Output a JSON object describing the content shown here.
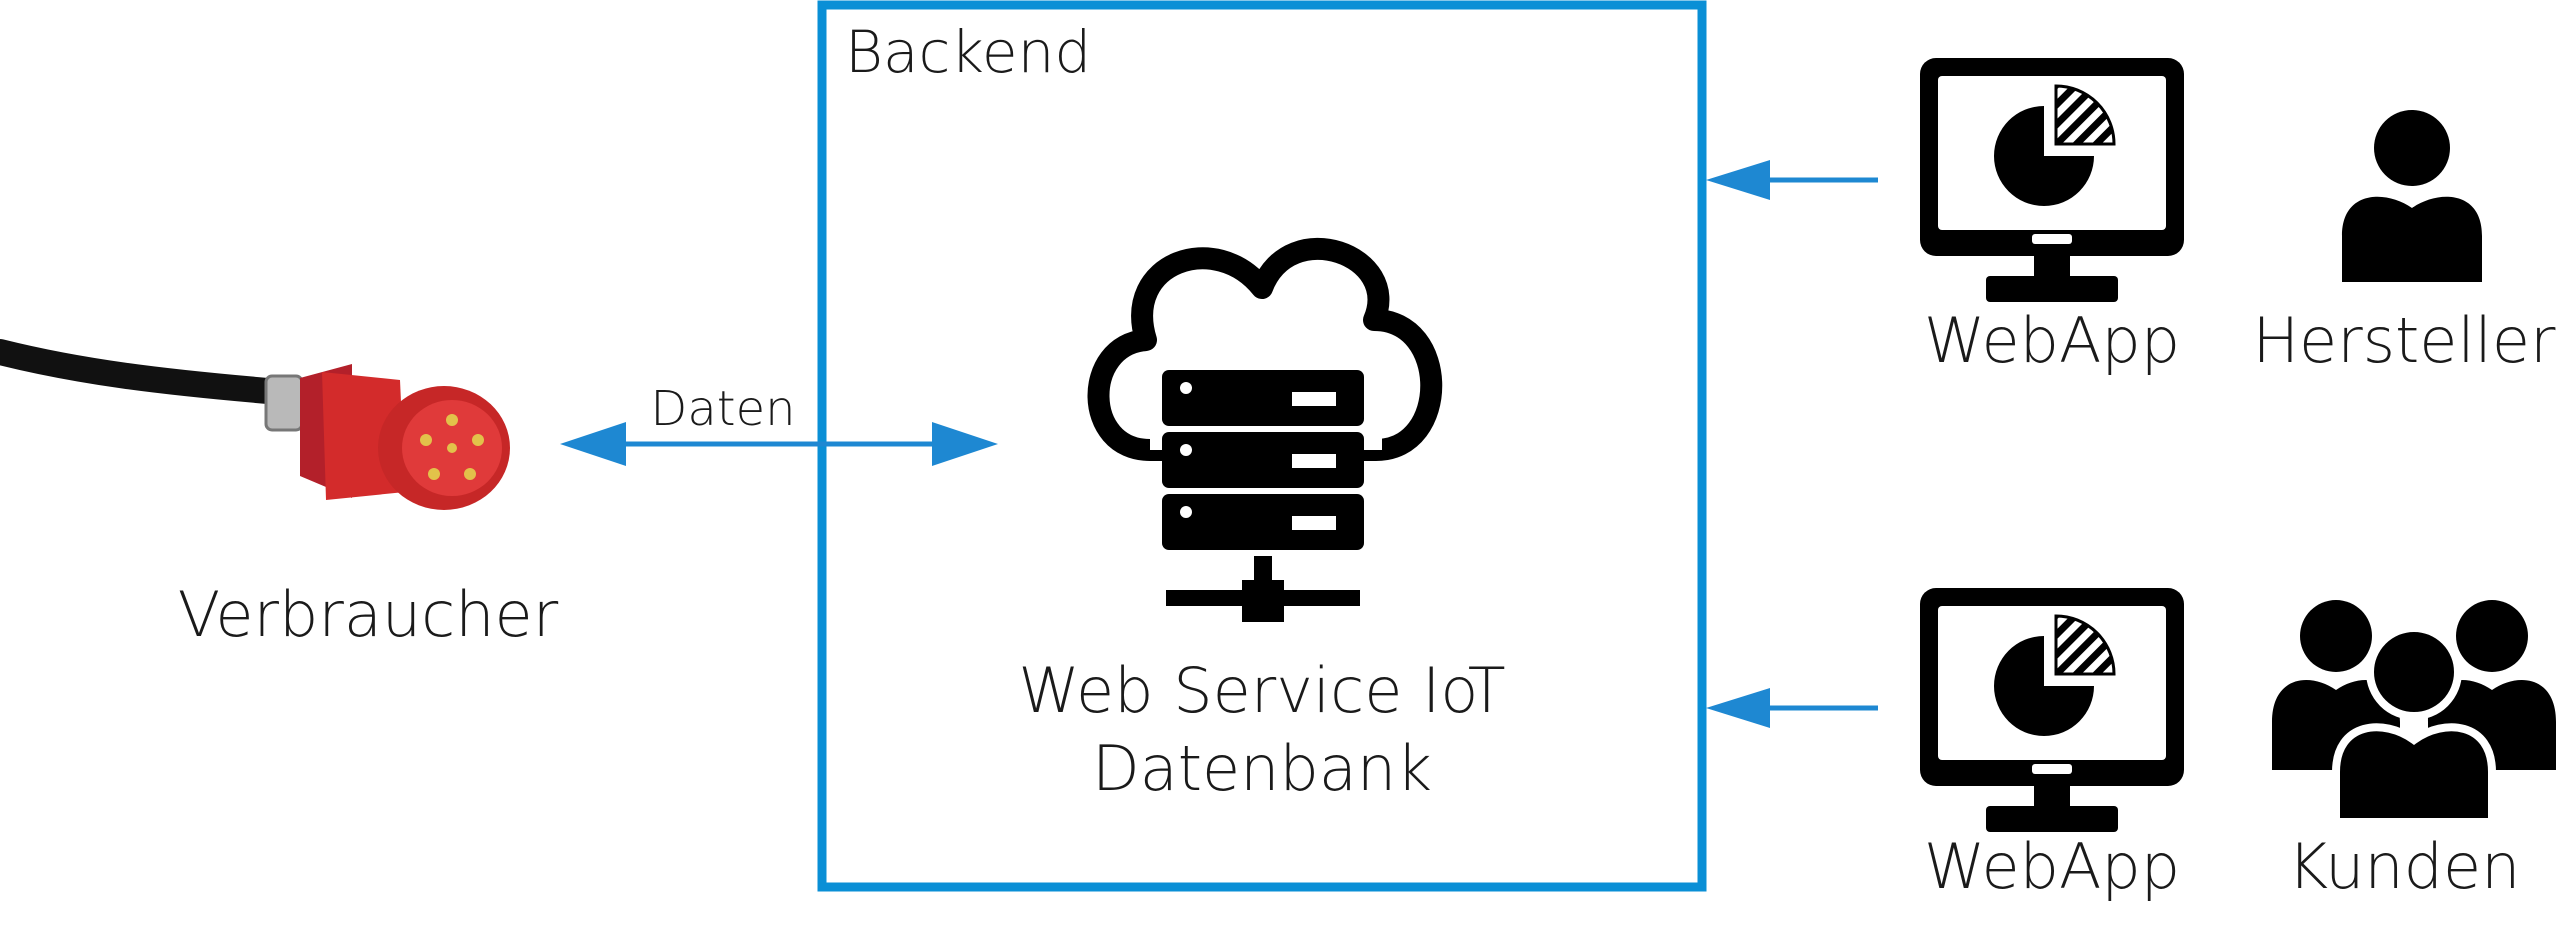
{
  "backend": {
    "title": "Backend",
    "service_line1": "Web Service IoT",
    "service_line2": "Datenbank"
  },
  "consumer": {
    "label": "Verbraucher"
  },
  "link": {
    "label": "Daten"
  },
  "webapp_top": {
    "label": "WebApp"
  },
  "webapp_bottom": {
    "label": "WebApp"
  },
  "manufacturer": {
    "label": "Hersteller"
  },
  "customers": {
    "label": "Kunden"
  },
  "colors": {
    "frame": "#0a8fd6",
    "arrow": "#1e88d2",
    "icon": "#000000",
    "plug_red": "#d32b2b"
  },
  "icons": {
    "plug": "cee-plug-icon",
    "server": "cloud-server-icon",
    "monitor": "monitor-chart-icon",
    "person": "person-icon",
    "group": "group-icon"
  }
}
